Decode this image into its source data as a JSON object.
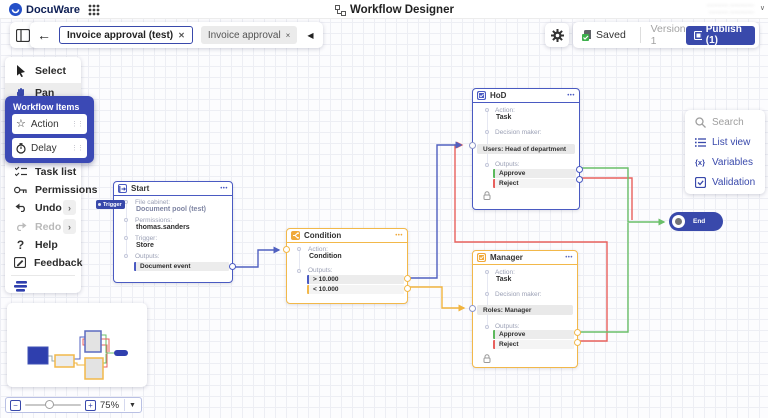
{
  "brand": {
    "name": "DocuWare"
  },
  "app": {
    "title": "Workflow Designer"
  },
  "user": {
    "line1": "·········· ···········",
    "line2": "········· ···········"
  },
  "tabbar": {
    "tabs": [
      {
        "label": "Invoice approval (test)",
        "close": "✕",
        "active": true
      },
      {
        "label": "Invoice approval",
        "close": "×",
        "active": false
      }
    ]
  },
  "controls": {
    "saved": "Saved",
    "version": "Version 1",
    "publish": "Publish (1)"
  },
  "left_toolbar": {
    "items": [
      {
        "label": "Select"
      },
      {
        "label": "Pan"
      },
      {
        "label": "Task list"
      },
      {
        "label": "Permissions"
      },
      {
        "label": "Undo"
      },
      {
        "label": "Redo"
      },
      {
        "label": "Help"
      },
      {
        "label": "Feedback"
      }
    ],
    "workflow_items": {
      "title": "Workflow Items",
      "tools": [
        {
          "label": "Action"
        },
        {
          "label": "Delay"
        }
      ]
    }
  },
  "right_panel": {
    "items": [
      {
        "label": "Search"
      },
      {
        "label": "List view"
      },
      {
        "label": "Variables"
      },
      {
        "label": "Validation"
      }
    ]
  },
  "nodes": {
    "start": {
      "title": "Start",
      "tag": "Trigger",
      "menu": "•••",
      "fields": [
        {
          "label": "File cabinet:",
          "value": "Document pool (test)"
        },
        {
          "label": "Permissions:",
          "value": "thomas.sanders"
        },
        {
          "label": "Trigger:",
          "value": "Store"
        }
      ],
      "outputs_label": "Outputs:",
      "outputs": [
        {
          "label": "Document event"
        }
      ]
    },
    "condition": {
      "title": "Condition",
      "menu": "•••",
      "action_label": "Action:",
      "action_value": "Condition",
      "outputs_label": "Outputs:",
      "outputs": [
        {
          "label": "> 10.000"
        },
        {
          "label": "< 10.000"
        }
      ]
    },
    "hod": {
      "title": "HoD",
      "menu": "•••",
      "action_label": "Action:",
      "action_value": "Task",
      "decision_label": "Decision maker:",
      "assignee": "Users: Head of department",
      "outputs_label": "Outputs:",
      "outputs": [
        {
          "label": "Approve"
        },
        {
          "label": "Reject"
        }
      ]
    },
    "manager": {
      "title": "Manager",
      "menu": "•••",
      "action_label": "Action:",
      "action_value": "Task",
      "decision_label": "Decision maker:",
      "assignee": "Roles: Manager",
      "outputs_label": "Outputs:",
      "outputs": [
        {
          "label": "Approve"
        },
        {
          "label": "Reject"
        }
      ]
    },
    "end": {
      "label": "End"
    }
  },
  "edges": [
    {
      "from": "Start/Document event",
      "to": "Condition",
      "color": "#5060c0"
    },
    {
      "from": "Condition/> 10.000",
      "to": "HoD",
      "color": "#5060c0"
    },
    {
      "from": "Condition/< 10.000",
      "to": "Manager",
      "color": "#f2b43e"
    },
    {
      "from": "HoD/Approve",
      "to": "End",
      "color": "#6abf69"
    },
    {
      "from": "HoD/Reject",
      "to": "End",
      "color": "#e8605d"
    },
    {
      "from": "Manager/Approve",
      "to": "End",
      "color": "#6abf69"
    },
    {
      "from": "Manager/Reject",
      "to": "HoD",
      "color": "#e8605d"
    }
  ],
  "zoombar": {
    "value": "75%"
  },
  "ui": {
    "back": "←",
    "collapse": "◀",
    "chevron_right": "›",
    "chevron_down": "∨",
    "dropdown": "▼",
    "help": "?",
    "variables": "{x}",
    "minus": "−",
    "plus": "+",
    "drag": "⋮⋮"
  },
  "colors": {
    "indigo": "#3949ab",
    "node_blue": "#4a5ac2",
    "amber": "#f2b84a",
    "green": "#5cb85c",
    "red": "#e8605d",
    "saved_green": "#3daf4c"
  }
}
